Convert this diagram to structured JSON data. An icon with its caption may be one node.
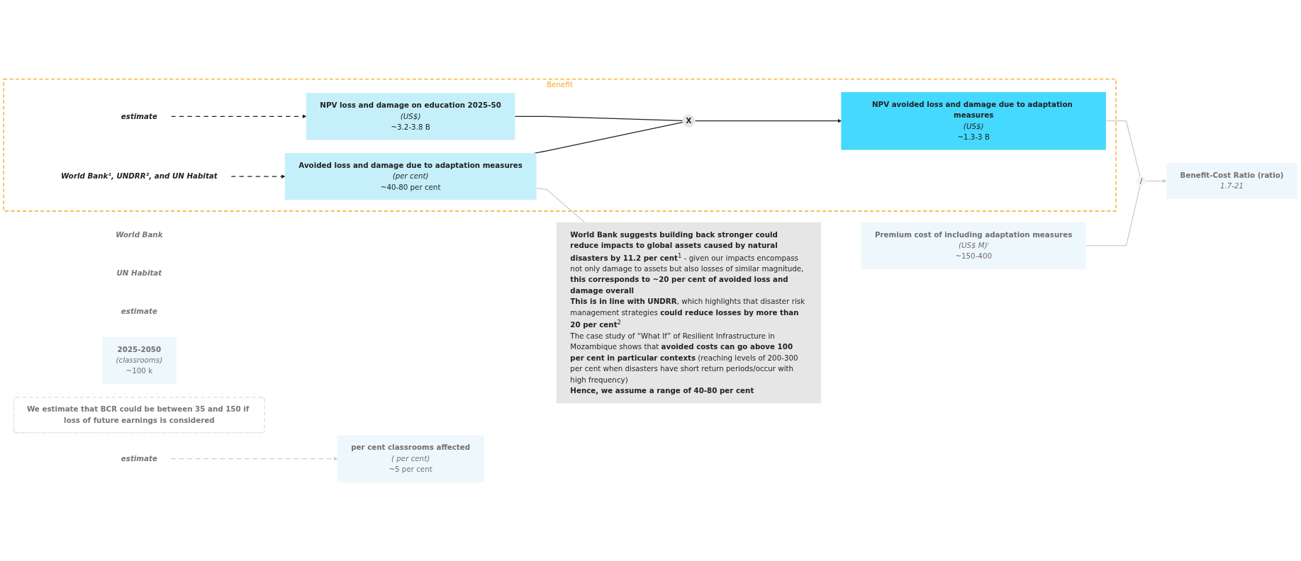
{
  "diagram": {
    "nodes": [
      {
        "text": [
          "Benefit"
        ]
      },
      {
        "text": [
          "estimate"
        ],
        "in": 0
      },
      {
        "text": [
          "World Bank¹, UNDRR², and UN Habitat"
        ],
        "in": 0
      },
      {
        "text": [
          "NPV loss and damage on education 2025-50",
          "(US$)",
          "~3.2-3.8 B"
        ],
        "in": 0
      },
      {
        "text": [
          "Avoided loss and damage due to adaptation measures",
          "(per cent)",
          "~40-80 per cent"
        ],
        "in": 0
      },
      {
        "text": [
          "X"
        ],
        "in": 0
      },
      {
        "text": [
          "NPV avoided loss and damage due to adaptation measures",
          "(US$)",
          "~1.3-3 B"
        ],
        "in": 0
      },
      {
        "text": [
          "**World Bank suggests building back stronger could reduce impacts to global assets caused by natural disasters by 11.2 per cent**$^{1}$ - given our impacts encompass not only damage to assets but also losses of similar magnitude, **this corresponds to ~20 per cent of avoided loss and damage overall**",
          "**This is in line with UNDRR**, which highlights that disaster risk management strategies **could reduce losses by more than 20 per cent**$^{2}$",
          "The case study of “What If” of Resilient Infrastructure in Mozambique shows that **avoided costs can go above 100 per cent in particular contexts** (reaching levels of 200-300 per cent when disasters have short return periods/occur with high frequency)",
          "**Hence, we assume a range of 40-80 per cent**"
        ]
      },
      {
        "text": [
          "World Bank"
        ]
      },
      {
        "text": [
          "UN Habitat"
        ]
      },
      {
        "text": [
          "estimate"
        ]
      },
      {
        "text": [
          "estimate"
        ]
      },
      {
        "text": [
          "per cent classrooms affected",
          "( per cent)",
          "~5  per cent"
        ]
      },
      {
        "text": [
          "2025-2050",
          "(classrooms)",
          "~100 k"
        ]
      },
      {
        "text": [
          "Premium cost of including adaptation measures",
          "(US$ M)ⁱ",
          "~150-400"
        ]
      },
      {
        "text": [
          "/"
        ]
      },
      {
        "text": [
          "Benefit-Cost Ratio (ratio)",
          "1.7-21"
        ]
      },
      {
        "text": [
          "We estimate that BCR could be between 35 and 150 if loss of future earnings is considered"
        ]
      }
    ],
    "edges": [
      {
        "from": 1,
        "to": 3,
        "arrow": "to",
        "style": "dashed"
      },
      {
        "from": 2,
        "to": 4,
        "arrow": "to",
        "style": "dashed"
      },
      {
        "from": 3,
        "to": 5,
        "arrow": "none"
      },
      {
        "from": 4,
        "to": 5,
        "arrow": "none"
      },
      {
        "from": 5,
        "to": 6,
        "arrow": "to"
      },
      {
        "from": 4,
        "to": 7,
        "arrow": "none",
        "color": "#cccccc"
      },
      {
        "from": 11,
        "to": 12,
        "arrow": "to",
        "style": "dashed",
        "color": "#cccccc"
      },
      {
        "from": 6,
        "to": 15,
        "arrow": "none",
        "color": "#cccccc"
      },
      {
        "from": 14,
        "to": 15,
        "arrow": "none",
        "color": "#cccccc"
      },
      {
        "from": 15,
        "to": 16,
        "arrow": "to",
        "color": "#cccccc"
      }
    ]
  }
}
